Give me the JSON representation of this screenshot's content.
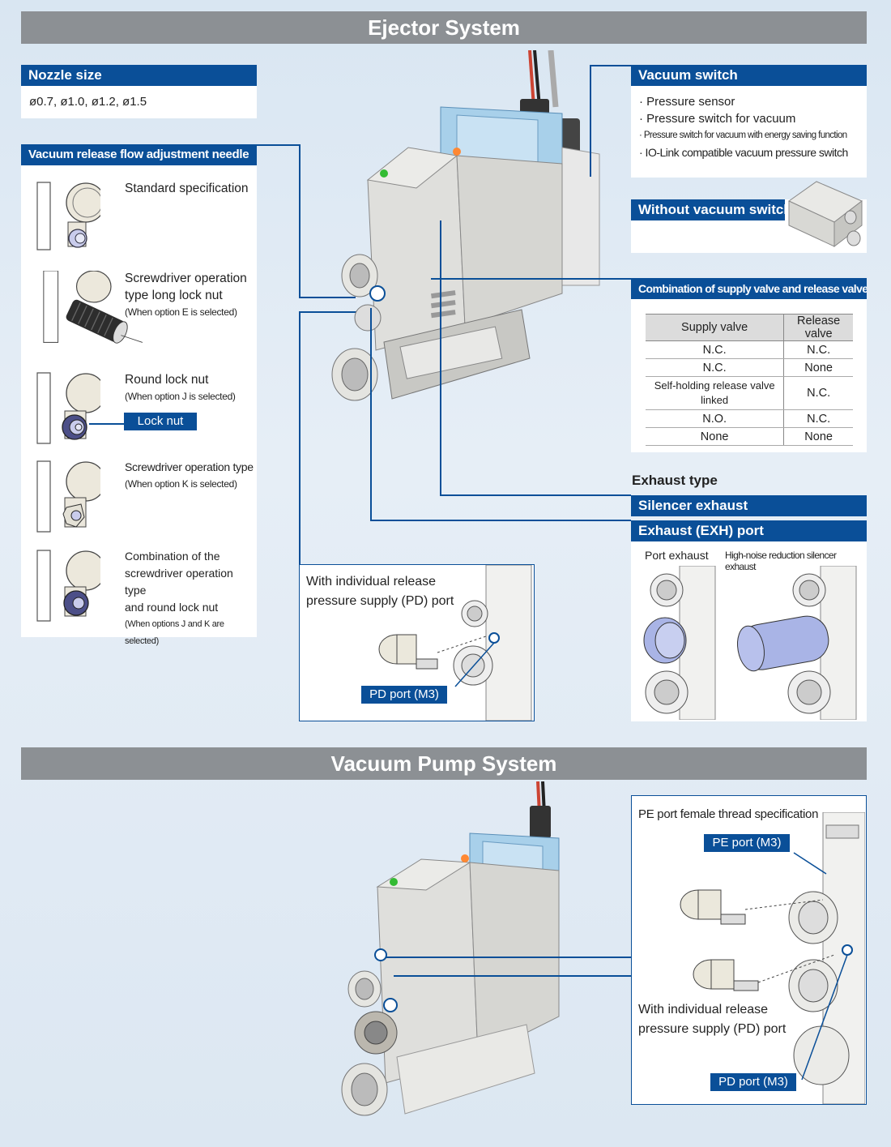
{
  "sections": {
    "ejector_title": "Ejector System",
    "vacuum_pump_title": "Vacuum Pump System"
  },
  "nozzle": {
    "title": "Nozzle size",
    "sizes": "ø0.7, ø1.0, ø1.2, ø1.5"
  },
  "needle": {
    "title": "Vacuum release flow adjustment needle",
    "options": [
      {
        "line1": "Standard specification",
        "line2": "",
        "note": ""
      },
      {
        "line1": "Screwdriver operation",
        "line2": "type long lock nut",
        "note": "(When option E is selected)"
      },
      {
        "line1": "Round lock nut",
        "line2": "",
        "note": "(When option J is selected)"
      },
      {
        "line1": "Screwdriver operation type",
        "line2": "",
        "note": "(When option K is selected)"
      },
      {
        "line1": "Combination of the",
        "line2": "screwdriver operation type",
        "line3": "and round lock nut",
        "note": "(When options J and K are selected)"
      }
    ],
    "lock_nut_label": "Lock nut"
  },
  "vacuum_switch": {
    "title": "Vacuum switch",
    "items": [
      "· Pressure sensor",
      "· Pressure switch for vacuum",
      "· Pressure switch for vacuum with energy saving function",
      "· IO-Link compatible vacuum pressure switch"
    ]
  },
  "without_switch": {
    "title": "Without vacuum switch"
  },
  "combination": {
    "title": "Combination of supply valve and release valve",
    "headers": [
      "Supply valve",
      "Release valve"
    ],
    "rows": [
      [
        "N.C.",
        "N.C."
      ],
      [
        "N.C.",
        "None"
      ],
      [
        "Self-holding release valve linked",
        "N.C."
      ],
      [
        "N.O.",
        "N.C."
      ],
      [
        "None",
        "None"
      ]
    ]
  },
  "exhaust": {
    "heading": "Exhaust type",
    "silencer": "Silencer exhaust",
    "exh_port": "Exhaust (EXH) port",
    "port_exhaust": "Port exhaust",
    "high_noise": "High-noise reduction silencer exhaust"
  },
  "pd_port_ejector": {
    "caption_line1": "With individual release",
    "caption_line2": "pressure supply (PD) port",
    "label": "PD port (M3)"
  },
  "pump": {
    "pe_caption": "PE port female thread specification",
    "pe_label": "PE port (M3)",
    "pd_caption_line1": "With individual release",
    "pd_caption_line2": "pressure supply (PD) port",
    "pd_label": "PD port (M3)"
  },
  "colors": {
    "header_blue": "#0a4f98",
    "section_gray": "#8c9094",
    "silencer_lavender": "#a9b4e6"
  }
}
